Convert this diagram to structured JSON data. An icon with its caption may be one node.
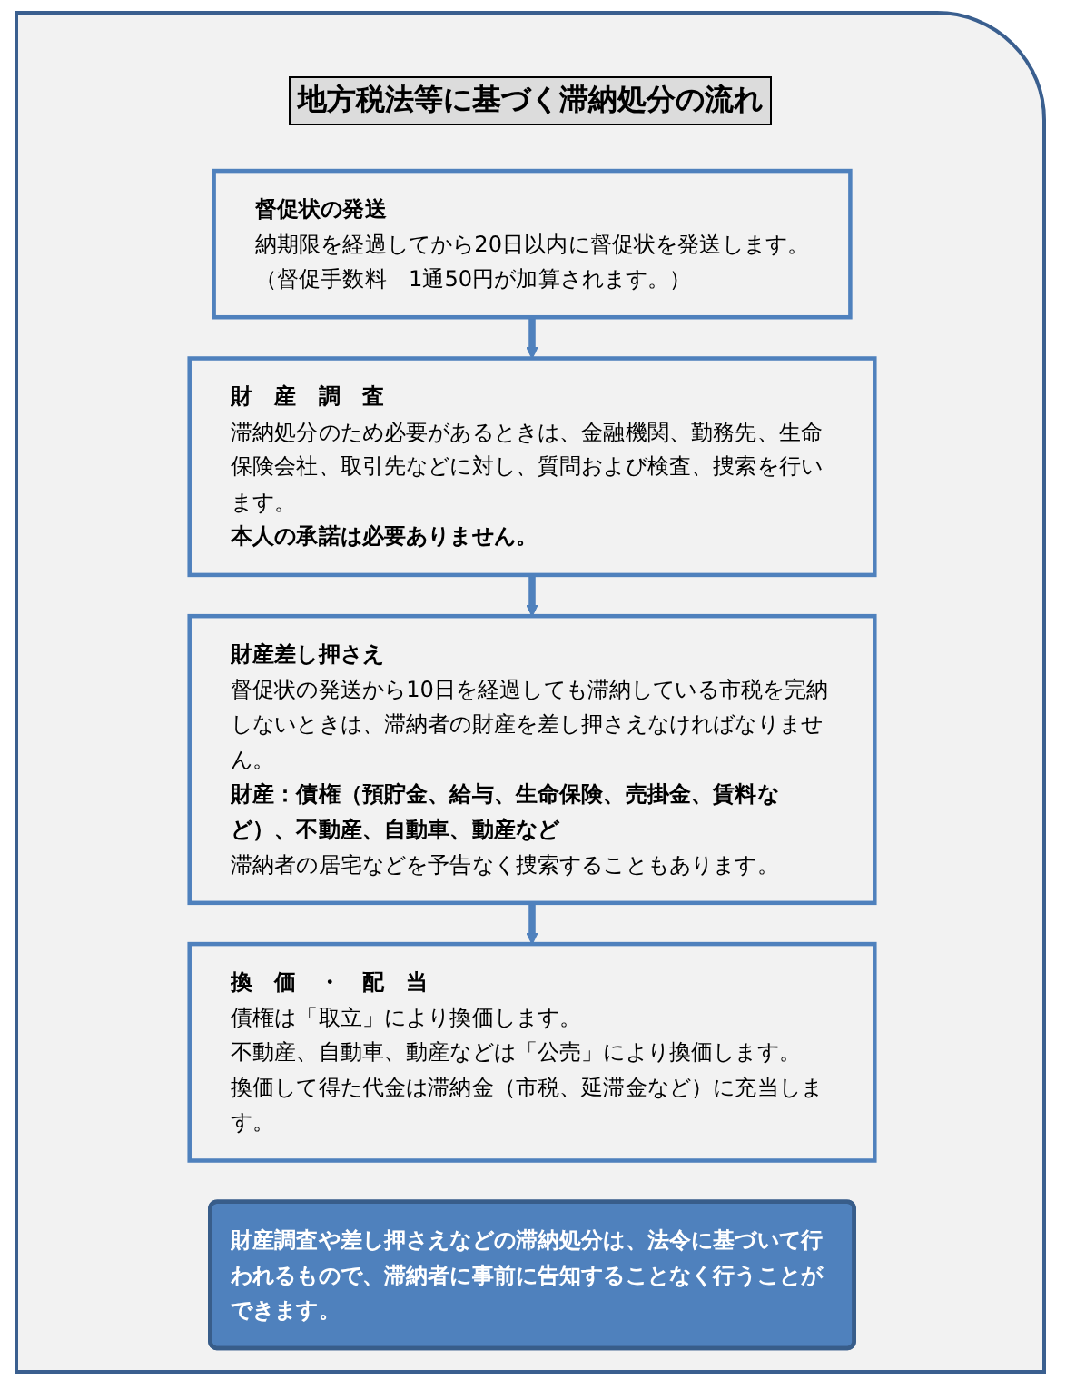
{
  "diagram": {
    "title": "地方税法等に基づく滞納処分の流れ",
    "nodes": [
      {
        "text": [
          "督促状の発送",
          "納期限を経過してから20日以内に督促状を発送します。",
          "（督促手数料　1通50円が加算されます。）"
        ]
      },
      {
        "text": [
          "財　産　調　査",
          "滞納処分のため必要があるときは、金融機関、勤務先、生命保険会社、取引先などに対し、質問および検査、捜索を行います。",
          "本人の承諾は必要ありません。"
        ]
      },
      {
        "text": [
          "財産差し押さえ",
          "督促状の発送から10日を経過しても滞納している市税を完納しないときは、滞納者の財産を差し押さえなければなりません。",
          "財産：債権（預貯金、給与、生命保険、売掛金、賃料など）、不動産、自動車、動産など",
          "滞納者の居宅などを予告なく捜索することもあります。"
        ]
      },
      {
        "text": [
          "換　価　・　配　当",
          "債権は「取立」により換価します。",
          "不動産、自動車、動産などは「公売」により換価します。",
          "換価して得た代金は滞納金（市税、延滞金など）に充当します。"
        ]
      },
      {
        "text": [
          "財産調査や差し押さえなどの滞納処分は、法令に基づいて行われるもので、滞納者に事前に告知することなく行うことができます。"
        ]
      }
    ],
    "edges": [
      {
        "from": 0,
        "to": 1,
        "arrow": "to"
      },
      {
        "from": 1,
        "to": 2,
        "arrow": "to"
      },
      {
        "from": 2,
        "to": 3,
        "arrow": "to"
      }
    ]
  }
}
